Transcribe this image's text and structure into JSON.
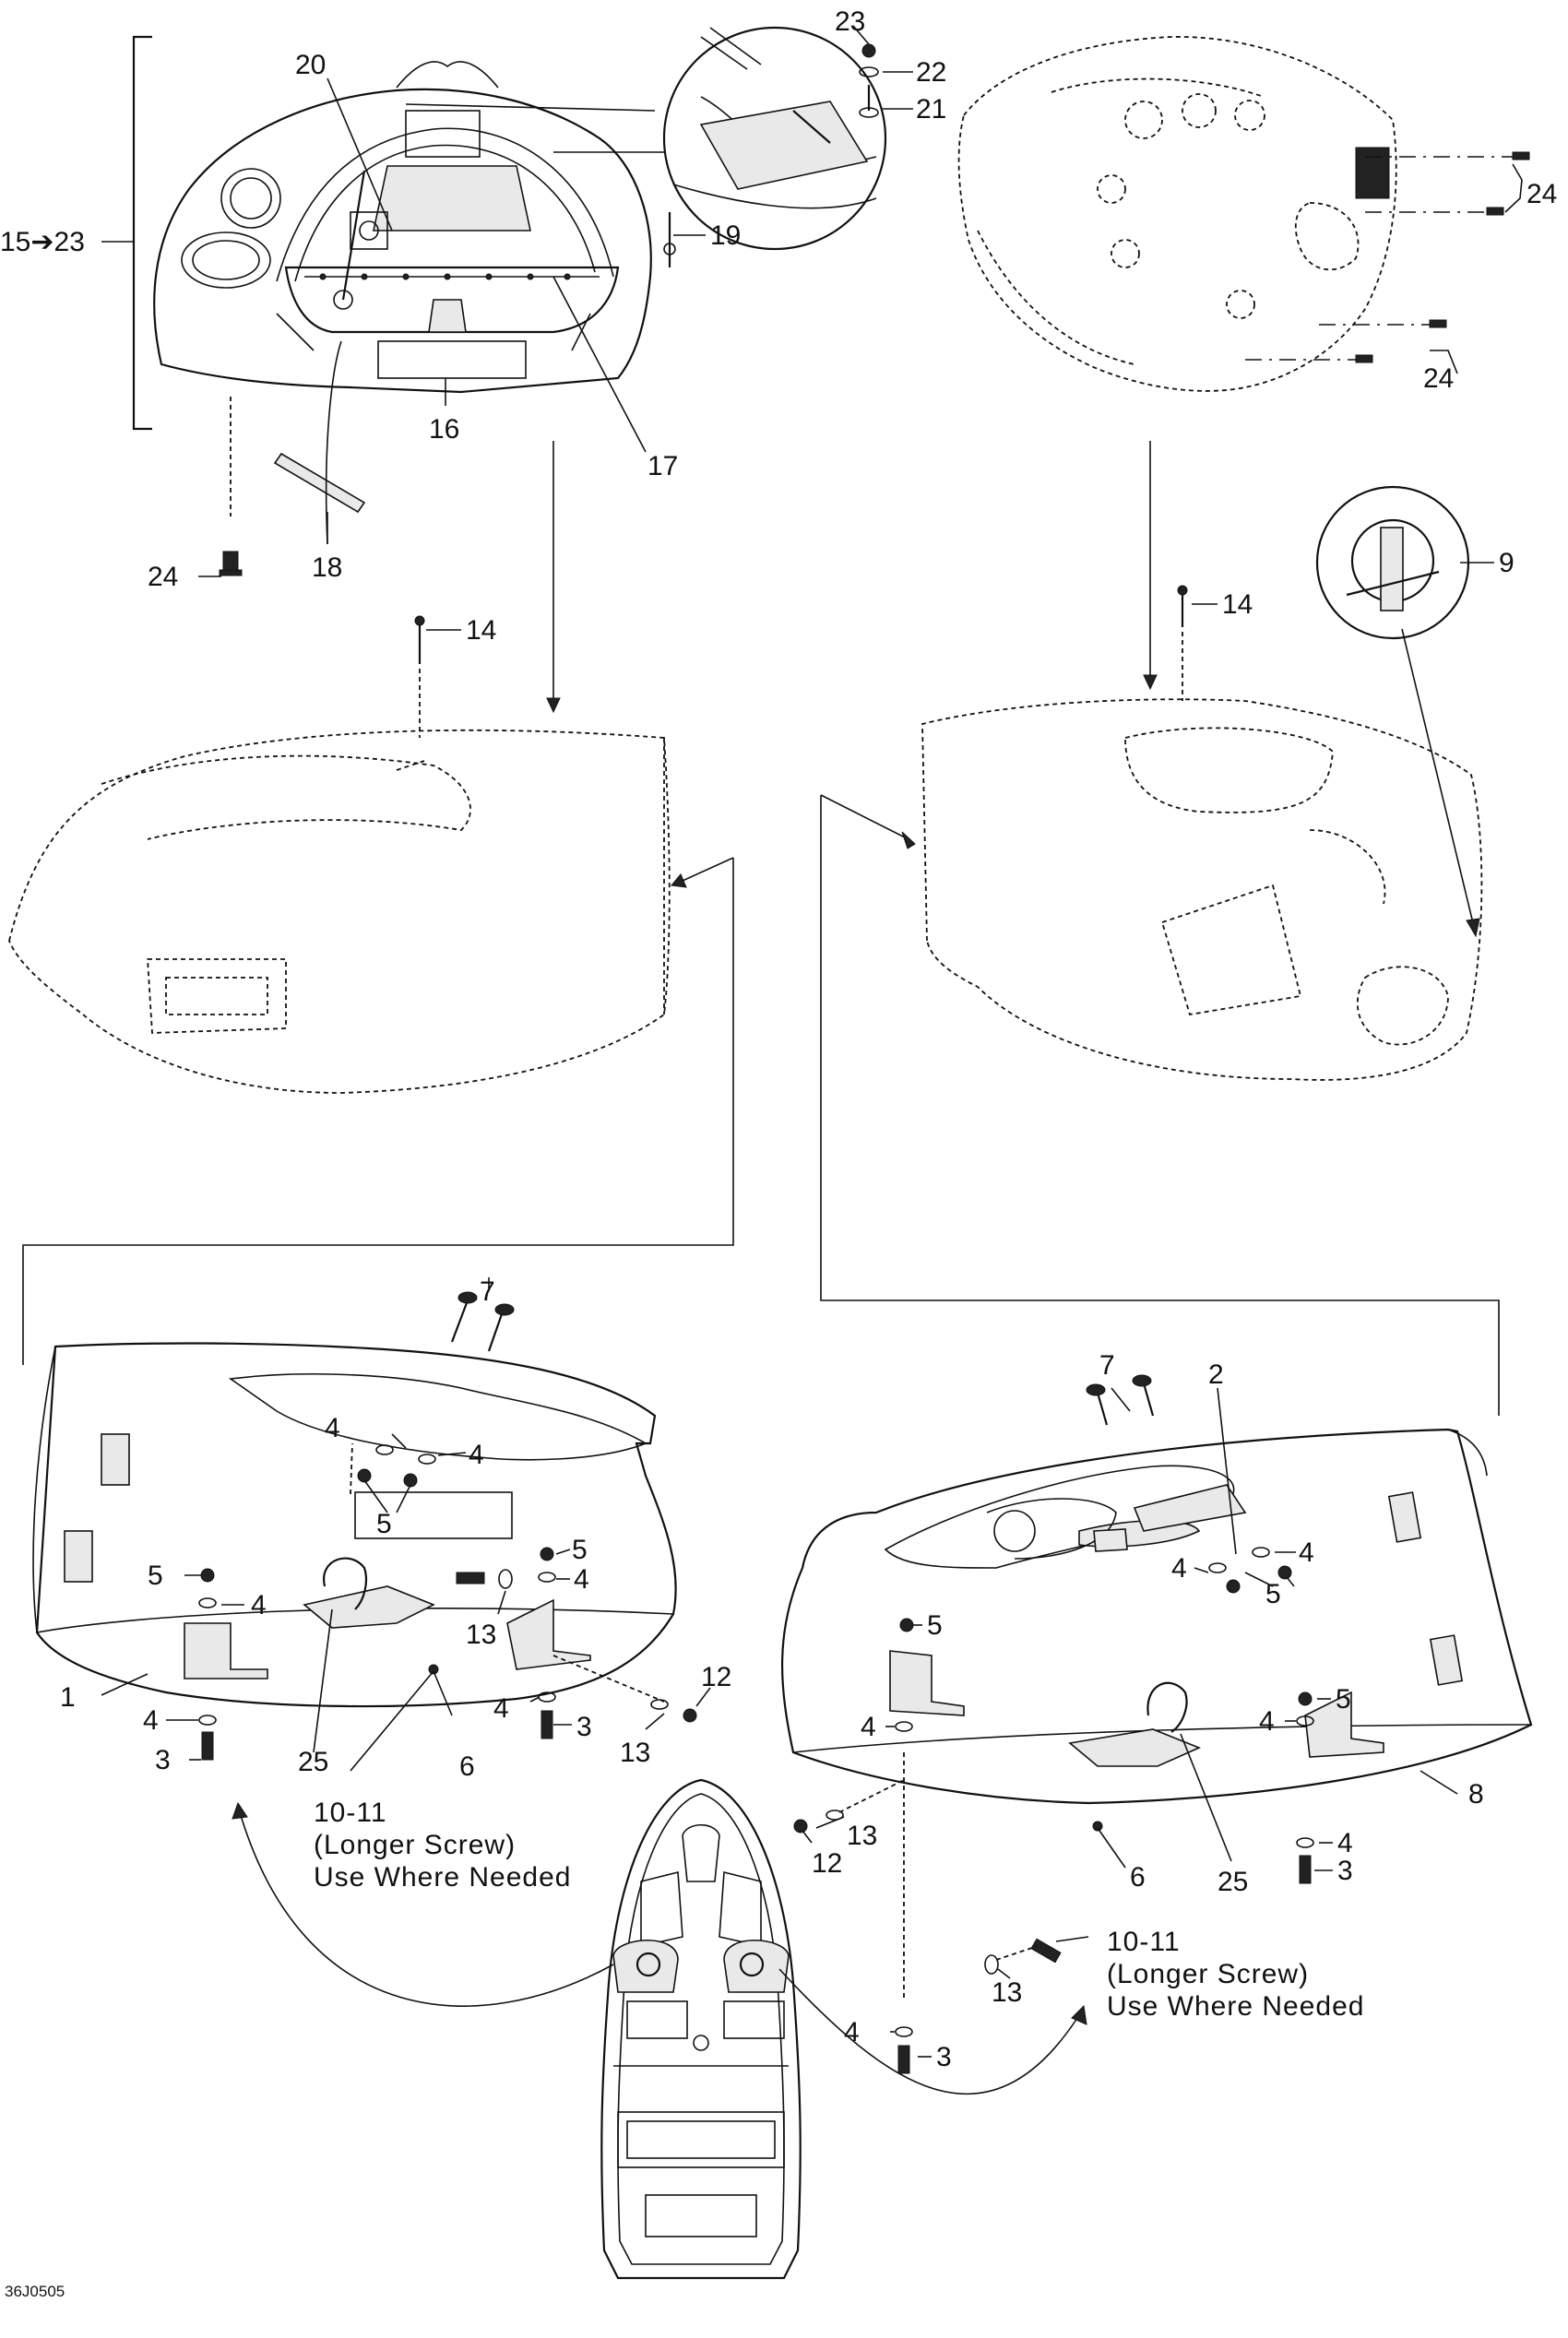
{
  "callouts": {
    "c1": "1",
    "c2": "2",
    "c3a": "3",
    "c3b": "3",
    "c3c": "3",
    "c3d": "3",
    "c4a": "4",
    "c4b": "4",
    "c4c": "4",
    "c4d": "4",
    "c4e": "4",
    "c4f": "4",
    "c4g": "4",
    "c4h": "4",
    "c4i": "4",
    "c4j": "4",
    "c4k": "4",
    "c5a": "5",
    "c5b": "5",
    "c5c": "5",
    "c5d": "5",
    "c5e": "5",
    "c5f": "5",
    "c6a": "6",
    "c6b": "6",
    "c7a": "7",
    "c7b": "7",
    "c8": "8",
    "c9": "9",
    "c12a": "12",
    "c12b": "12",
    "c13a": "13",
    "c13b": "13",
    "c13c": "13",
    "c13d": "13",
    "c14a": "14",
    "c14b": "14",
    "c15_23": "15➔23",
    "c16": "16",
    "c17": "17",
    "c18": "18",
    "c19": "19",
    "c20": "20",
    "c21": "21",
    "c22": "22",
    "c23": "23",
    "c24a": "24",
    "c24b": "24",
    "c24c": "24",
    "c25a": "25",
    "c25b": "25"
  },
  "notes": {
    "left_range": "10-11",
    "left_line1": "(Longer Screw)",
    "left_line2": "Use Where Needed",
    "right_range": "10-11",
    "right_line1": "(Longer Screw)",
    "right_line2": "Use Where Needed"
  },
  "drawing_code": "36J0505"
}
